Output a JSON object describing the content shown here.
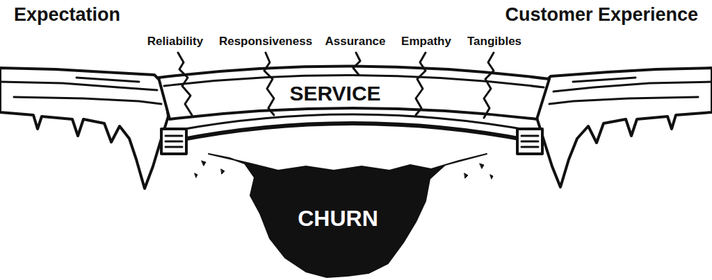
{
  "diagram": {
    "nodes": [
      {
        "text": [
          "SERVICE"
        ]
      },
      {
        "text": [
          "CHURN"
        ]
      }
    ],
    "labels": [
      "Expectation",
      "Customer Experience",
      "Reliability",
      "Responsiveness",
      "Assurance",
      "Empathy",
      "Tangibles"
    ]
  }
}
